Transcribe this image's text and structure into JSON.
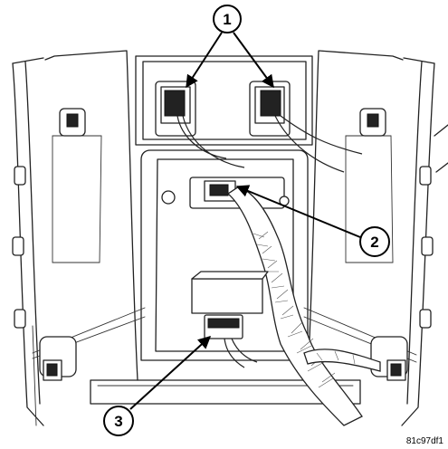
{
  "callouts": [
    {
      "label": "1"
    },
    {
      "label": "2"
    },
    {
      "label": "3"
    }
  ],
  "figure_ref": "81c97df1"
}
